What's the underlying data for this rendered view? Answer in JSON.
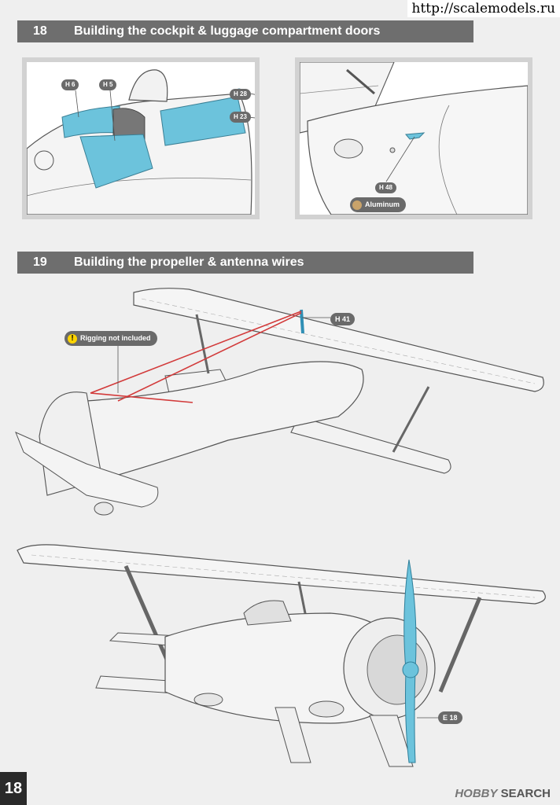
{
  "watermark": "http://scalemodels.ru",
  "steps": [
    {
      "number": "18",
      "title": "Building the cockpit & luggage compartment doors"
    },
    {
      "number": "19",
      "title": "Building the propeller & antenna wires"
    }
  ],
  "step18": {
    "left_panel_callouts": [
      "H 6",
      "H 5",
      "H 28",
      "H 23"
    ],
    "right_panel_callouts": [
      "H 48"
    ],
    "paint": "Aluminum"
  },
  "step19": {
    "callouts": [
      "H 41",
      "E 18"
    ],
    "note": "Rigging not included"
  },
  "icons": {
    "warning": "exclamation-icon",
    "paint": "paint-palette-icon"
  },
  "colors": {
    "part_highlight": "#6cc3dc",
    "rigging": "#d23a3a",
    "header_bar": "#6e6e6e"
  },
  "footer": {
    "page_number": "18",
    "brand_prefix": "HOBBY",
    "brand_suffix": "SEARCH"
  }
}
